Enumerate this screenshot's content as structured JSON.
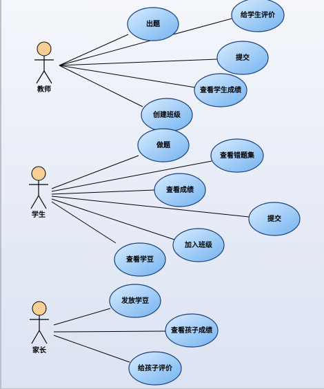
{
  "colors": {
    "ellipse_fill_light": "#d8ecff",
    "ellipse_fill_dark": "#74b3f0",
    "ellipse_stroke": "#1b3f7a",
    "actor_head": "#f6cf95",
    "line": "#000000"
  },
  "actors": [
    {
      "id": "teacher",
      "label": "教师",
      "use_cases": [
        "出题",
        "给学生评价",
        "提交",
        "查看学生成绩",
        "创建班级"
      ]
    },
    {
      "id": "student",
      "label": "学生",
      "use_cases": [
        "做题",
        "查看错题集",
        "查看成绩",
        "提交",
        "加入班级",
        "查看学豆"
      ]
    },
    {
      "id": "parent",
      "label": "家长",
      "use_cases": [
        "发放学豆",
        "查看孩子成绩",
        "给孩子评价"
      ]
    }
  ]
}
